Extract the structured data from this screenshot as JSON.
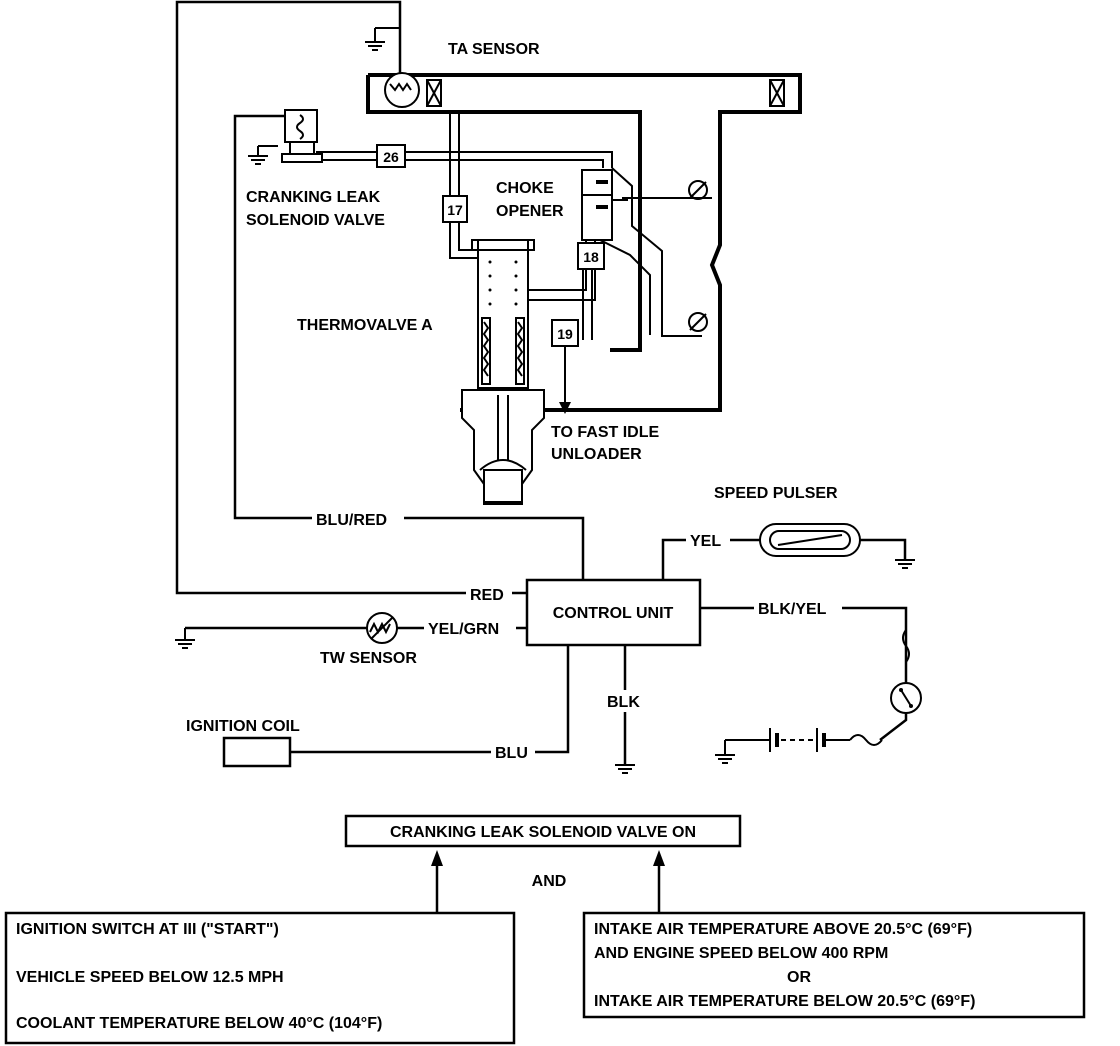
{
  "labels": {
    "ta_sensor": "TA SENSOR",
    "cranking_leak_line1": "CRANKING LEAK",
    "cranking_leak_line2": "SOLENOID VALVE",
    "choke_line1": "CHOKE",
    "choke_line2": "OPENER",
    "thermovalve": "THERMOVALVE A",
    "fast_idle_line1": "TO FAST IDLE",
    "fast_idle_line2": "UNLOADER",
    "speed_pulser": "SPEED PULSER",
    "control_unit": "CONTROL UNIT",
    "tw_sensor": "TW SENSOR",
    "ignition_coil": "IGNITION COIL"
  },
  "hoses": {
    "h26": "26",
    "h17": "17",
    "h18": "18",
    "h19": "19"
  },
  "wires": {
    "blu_red": "BLU/RED",
    "red": "RED",
    "yel_grn": "YEL/GRN",
    "yel": "YEL",
    "blk_yel": "BLK/YEL",
    "blk": "BLK",
    "blu": "BLU"
  },
  "logic": {
    "result": "CRANKING LEAK SOLENOID VALVE ON",
    "and": "AND",
    "left_conditions": [
      "IGNITION SWITCH AT III (\"START\")",
      "VEHICLE SPEED BELOW 12.5 MPH",
      "COOLANT TEMPERATURE BELOW 40°C (104°F)"
    ],
    "right_conditions": [
      "INTAKE AIR TEMPERATURE ABOVE 20.5°C (69°F)",
      "AND ENGINE SPEED BELOW 400 RPM",
      "OR",
      "INTAKE AIR TEMPERATURE BELOW 20.5°C (69°F)"
    ]
  }
}
